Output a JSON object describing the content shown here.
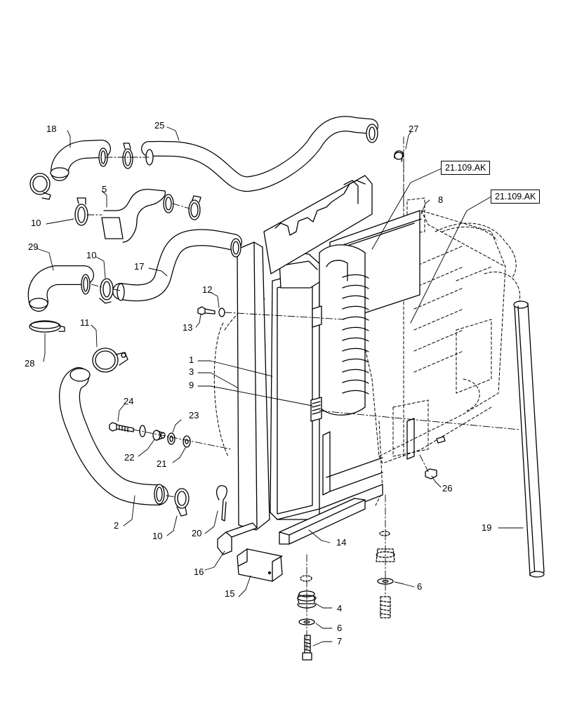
{
  "diagram": {
    "callouts": {
      "c1": "1",
      "c2": "2",
      "c3": "3",
      "c4": "4",
      "c5": "5",
      "c6a": "6",
      "c6b": "6",
      "c7": "7",
      "c8": "8",
      "c9": "9",
      "c10a": "10",
      "c10b": "10",
      "c10c": "10",
      "c11": "11",
      "c12": "12",
      "c13": "13",
      "c14": "14",
      "c15": "15",
      "c16": "16",
      "c17": "17",
      "c18": "18",
      "c19": "19",
      "c20": "20",
      "c21": "21",
      "c22": "22",
      "c23": "23",
      "c24": "24",
      "c25": "25",
      "c26": "26",
      "c27": "27",
      "c28": "28",
      "c29": "29"
    },
    "references": {
      "ref_upper": "21.109.AK",
      "ref_lower": "21.109.AK"
    }
  }
}
